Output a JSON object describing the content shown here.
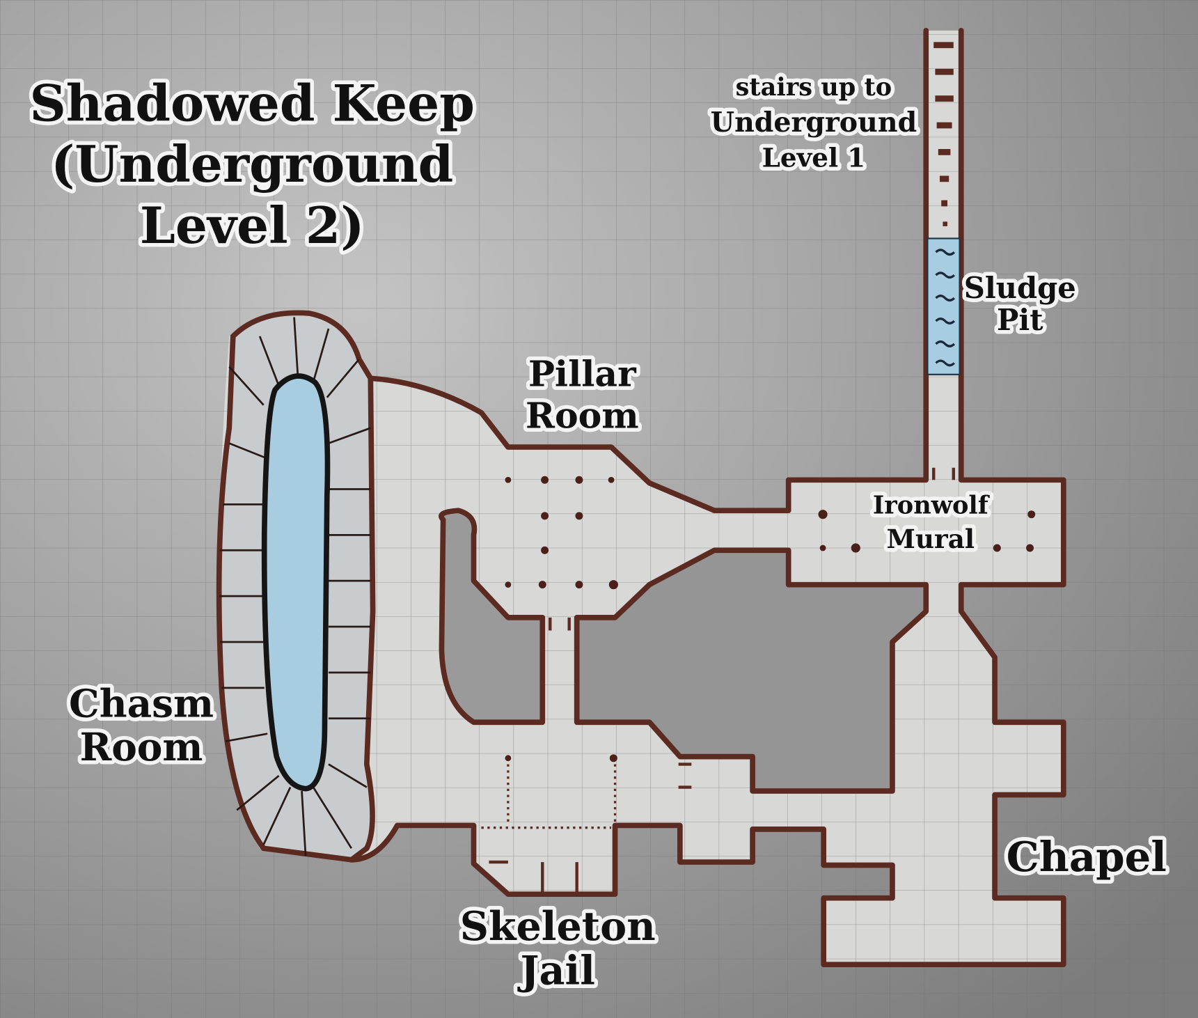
{
  "map": {
    "title_lines": [
      "Shadowed Keep",
      "(Underground",
      "Level 2)"
    ],
    "rooms": {
      "chasm": [
        "Chasm",
        "Room"
      ],
      "pillar": [
        "Pillar",
        "Room"
      ],
      "ironwolf": [
        "Ironwolf",
        "Mural"
      ],
      "sludge": [
        "Sludge",
        "Pit"
      ],
      "skeleton": [
        "Skeleton",
        "Jail"
      ],
      "chapel": [
        "Chapel"
      ]
    },
    "stairs_note": [
      "stairs up to",
      "Underground",
      "Level 1"
    ],
    "colors": {
      "wall": "#5b2a20",
      "floor": "#d8d8d6",
      "water": "#a9cde0",
      "stone": "#8f8f8f"
    }
  }
}
